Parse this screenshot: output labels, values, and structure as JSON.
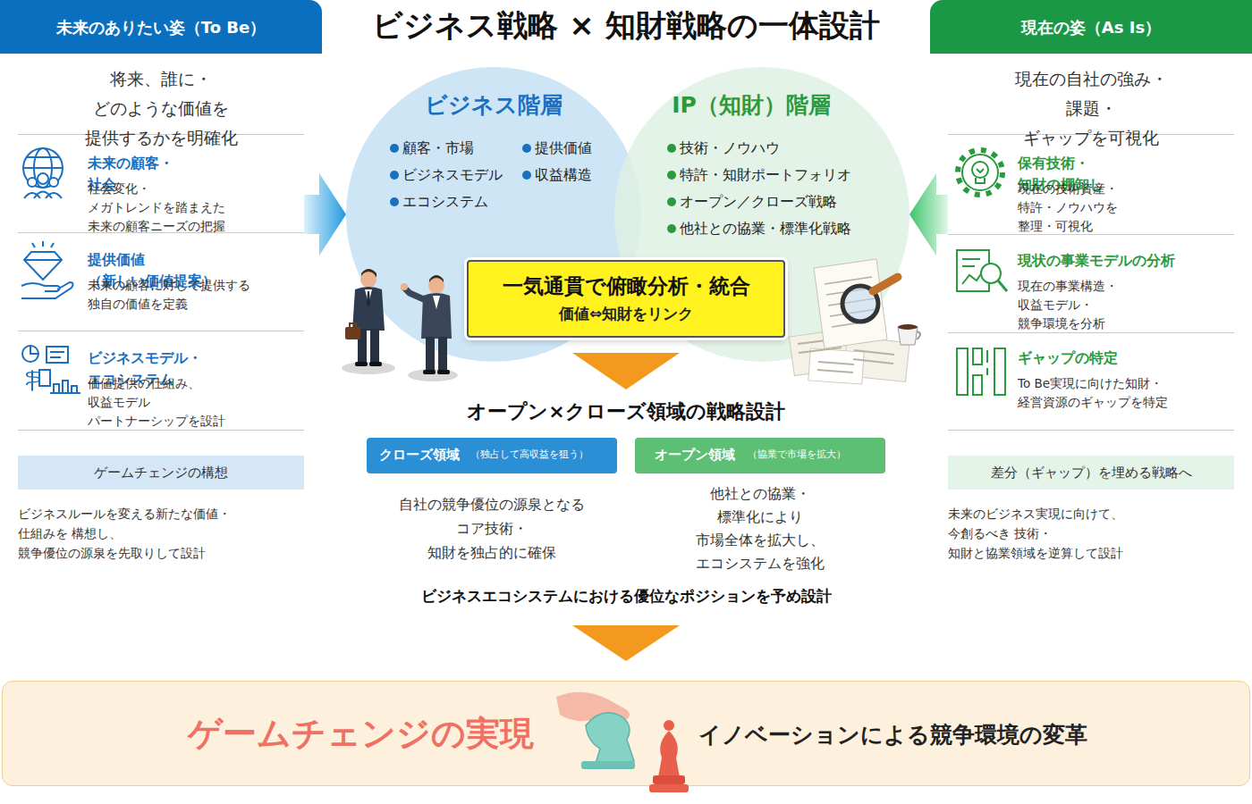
{
  "diagram": {
    "title": "ビジネス戦略 × 知財戦略の一体設計",
    "nodes": [
      {
        "text": [
          "未来のありたい姿（To Be）"
        ]
      },
      {
        "text": [
          "未来の顧客・社会",
          "社会変化・メガトレンドを踏まえた 未来の顧客ニーズの把握"
        ]
      },
      {
        "text": [
          "提供価値（新しい価値提案）",
          "未来の顧客に対して提供する 独自の価値を定義"
        ]
      },
      {
        "text": [
          "ビジネスモデル・エコシステム",
          "価値提供の仕組み、収益モデル パートナーシップを設計"
        ]
      },
      {
        "text": [
          "ゲームチェンジの構想"
        ]
      },
      {
        "text": [
          "ビジネス階層",
          "顧客・市場",
          "提供価値",
          "ビジネスモデル",
          "収益構造",
          "エコシステム"
        ]
      },
      {
        "text": [
          "IP（知財）階層",
          "技術・ノウハウ",
          "特許・知財ポートフォリオ",
          "オープン／クローズ戦略",
          "他社との協業・標準化戦略"
        ]
      },
      {
        "text": [
          "一気通貫で俯瞰分析・統合",
          "価値⇔知財をリンク"
        ]
      },
      {
        "text": [
          "クローズ領域",
          "（独占して高収益を狙う）"
        ]
      },
      {
        "text": [
          "オープン領域",
          "（協業で市場を拡大）"
        ]
      },
      {
        "text": [
          "現在の姿（As Is）"
        ]
      },
      {
        "text": [
          "保有技術・知財の棚卸し",
          "現在の技術資産・特許・ノウハウを 整理・可視化"
        ]
      },
      {
        "text": [
          "現状の事業モデルの分析",
          "現在の事業構造・収益モデル・ 競争環境を分析"
        ]
      },
      {
        "text": [
          "ギャップの特定",
          "To Be実現に向けた知財・ 経営資源のギャップを特定"
        ]
      },
      {
        "text": [
          "差分（ギャップ）を埋める戦略へ"
        ]
      },
      {
        "text": [
          "ゲームチェンジの実現",
          "イノベーションによる競争環境の変革"
        ]
      }
    ],
    "edges": [
      {
        "from": 1,
        "to": 5,
        "arrow": "to"
      },
      {
        "from": 11,
        "to": 6,
        "arrow": "to"
      }
    ],
    "labels": [
      "将来、誰に・どのような価値を 提供するかを明確化",
      "ビジネスルールを変える新たな価値・仕組みを 構想し、競争優位の源泉を先取りして設計",
      "オープン×クローズ領域の戦略設計",
      "自社の競争優位の源泉となる コア技術・知財を独占的に確保",
      "他社との協業・標準化により 市場全体を拡大し、 エコシステムを強化",
      "ビジネスエコシステムにおける優位なポジションを予め設計",
      "現在の自社の強み・課題・ ギャップを可視化",
      "未来のビジネス実現に向けて、今創るべき 技術・知財と協業領域を逆算して設計"
    ]
  }
}
